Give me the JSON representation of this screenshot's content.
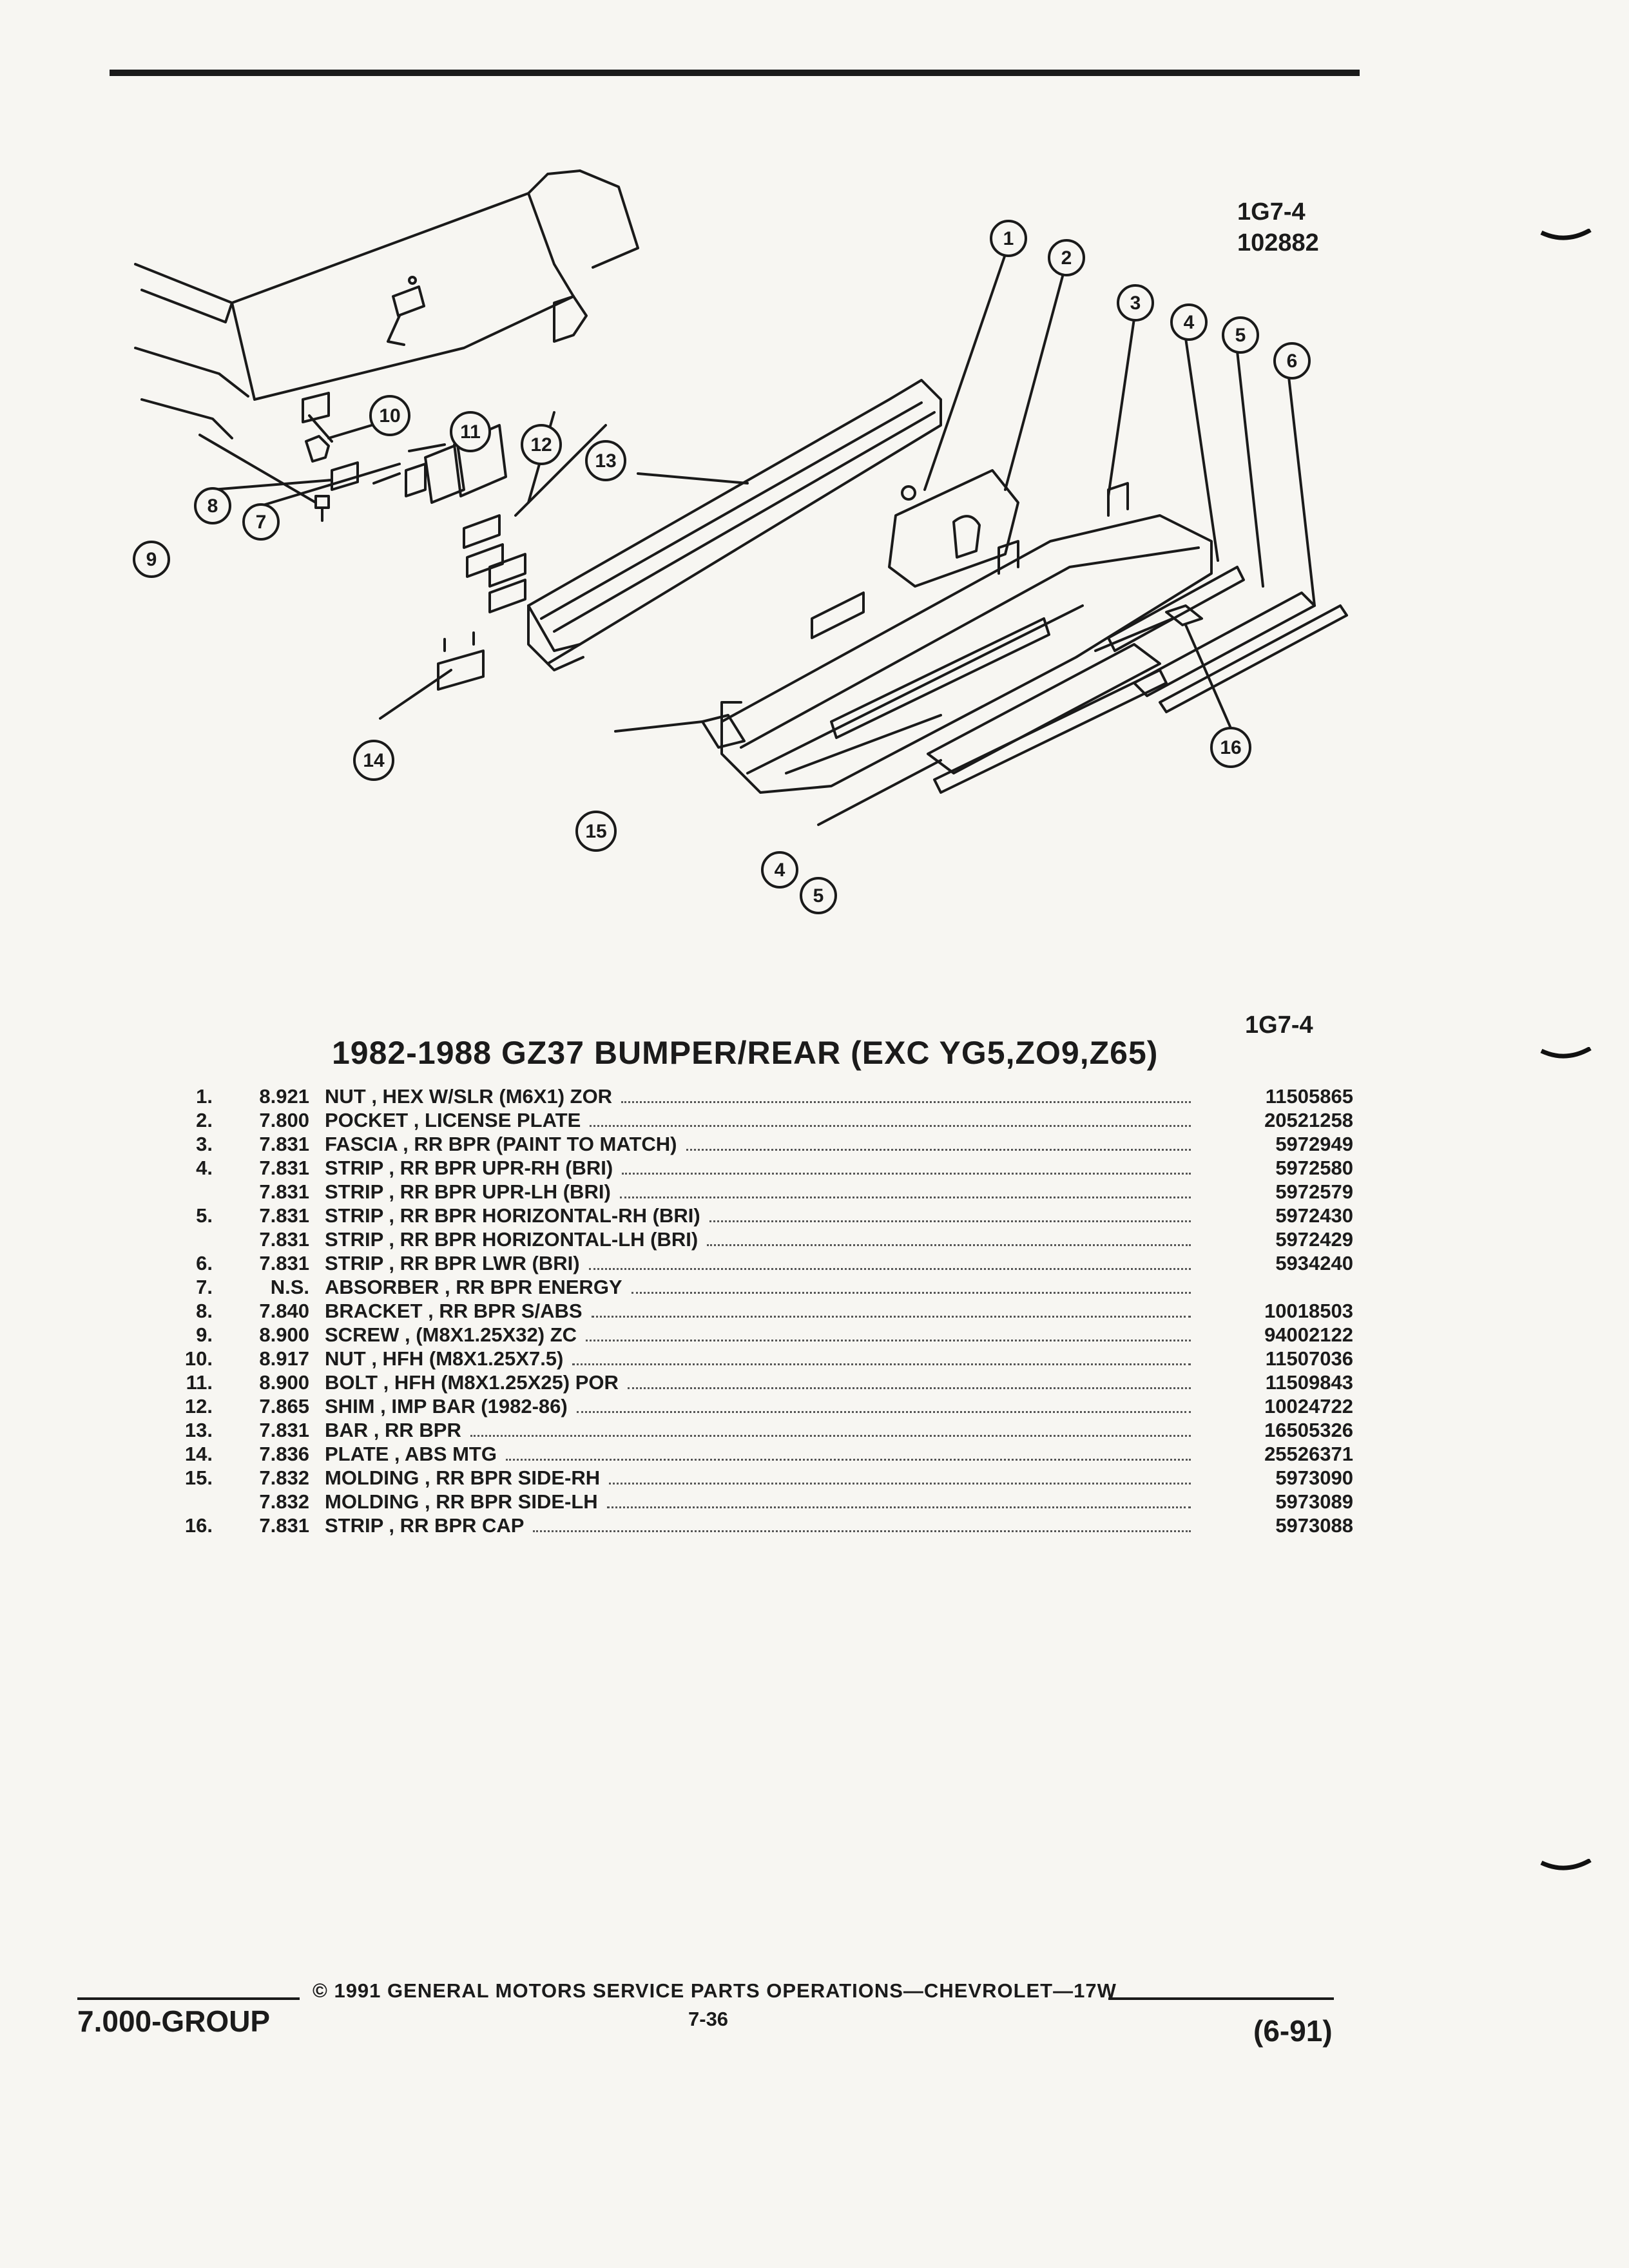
{
  "header": {
    "ref_line1": "1G7-4",
    "ref_line2": "102882",
    "table_ref": "1G7-4"
  },
  "callouts": [
    "1",
    "2",
    "3",
    "4",
    "5",
    "6",
    "7",
    "8",
    "9",
    "10",
    "11",
    "12",
    "13",
    "14",
    "15",
    "16",
    "4",
    "5"
  ],
  "table": {
    "title": "1982-1988 GZ37 BUMPER/REAR (EXC YG5,ZO9,Z65)",
    "rows": [
      {
        "num": "1.",
        "group": "8.921",
        "desc": "NUT , HEX W/SLR (M6X1) ZOR",
        "part": "11505865"
      },
      {
        "num": "2.",
        "group": "7.800",
        "desc": "POCKET , LICENSE PLATE",
        "part": "20521258"
      },
      {
        "num": "3.",
        "group": "7.831",
        "desc": "FASCIA , RR BPR (PAINT TO MATCH)",
        "part": "5972949"
      },
      {
        "num": "4.",
        "group": "7.831",
        "desc": "STRIP , RR BPR UPR-RH (BRI)",
        "part": "5972580"
      },
      {
        "num": "",
        "group": "7.831",
        "desc": "STRIP , RR BPR UPR-LH (BRI)",
        "part": "5972579"
      },
      {
        "num": "5.",
        "group": "7.831",
        "desc": "STRIP , RR BPR HORIZONTAL-RH (BRI)",
        "part": "5972430"
      },
      {
        "num": "",
        "group": "7.831",
        "desc": "STRIP , RR BPR HORIZONTAL-LH (BRI)",
        "part": "5972429"
      },
      {
        "num": "6.",
        "group": "7.831",
        "desc": "STRIP , RR BPR LWR (BRI)",
        "part": "5934240"
      },
      {
        "num": "7.",
        "group": "N.S.",
        "desc": "ABSORBER , RR BPR ENERGY",
        "part": ""
      },
      {
        "num": "8.",
        "group": "7.840",
        "desc": "BRACKET , RR BPR S/ABS",
        "part": "10018503"
      },
      {
        "num": "9.",
        "group": "8.900",
        "desc": "SCREW , (M8X1.25X32) ZC",
        "part": "94002122"
      },
      {
        "num": "10.",
        "group": "8.917",
        "desc": "NUT , HFH (M8X1.25X7.5)",
        "part": "11507036"
      },
      {
        "num": "11.",
        "group": "8.900",
        "desc": "BOLT , HFH (M8X1.25X25) POR",
        "part": "11509843"
      },
      {
        "num": "12.",
        "group": "7.865",
        "desc": "SHIM , IMP BAR (1982-86)",
        "part": "10024722"
      },
      {
        "num": "13.",
        "group": "7.831",
        "desc": "BAR , RR BPR",
        "part": "16505326"
      },
      {
        "num": "14.",
        "group": "7.836",
        "desc": "PLATE , ABS MTG",
        "part": "25526371"
      },
      {
        "num": "15.",
        "group": "7.832",
        "desc": "MOLDING , RR BPR SIDE-RH",
        "part": "5973090"
      },
      {
        "num": "",
        "group": "7.832",
        "desc": "MOLDING , RR BPR SIDE-LH",
        "part": "5973089"
      },
      {
        "num": "16.",
        "group": "7.831",
        "desc": "STRIP , RR BPR CAP",
        "part": "5973088"
      }
    ]
  },
  "footer": {
    "group": "7.000-GROUP",
    "copyright": "© 1991 GENERAL MOTORS SERVICE PARTS OPERATIONS—CHEVROLET—17W",
    "page": "7-36",
    "date": "(6-91)"
  }
}
